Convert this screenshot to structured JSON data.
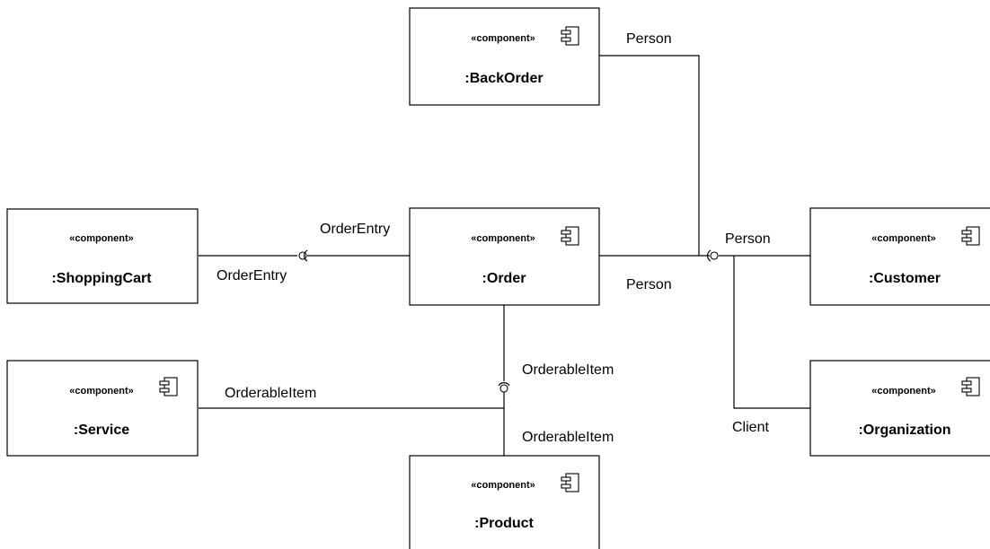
{
  "stereotype": "«component»",
  "components": {
    "backorder": ":BackOrder",
    "shoppingcart": ":ShoppingCart",
    "order": ":Order",
    "customer": ":Customer",
    "service": ":Service",
    "organization": ":Organization",
    "product": ":Product"
  },
  "labels": {
    "backorder_person": "Person",
    "orderentry_required": "OrderEntry",
    "orderentry_provided": "OrderEntry",
    "order_person": "Person",
    "customer_person": "Person",
    "order_orderableitem": "OrderableItem",
    "service_orderableitem": "OrderableItem",
    "product_orderableitem": "OrderableItem",
    "organization_client": "Client"
  }
}
